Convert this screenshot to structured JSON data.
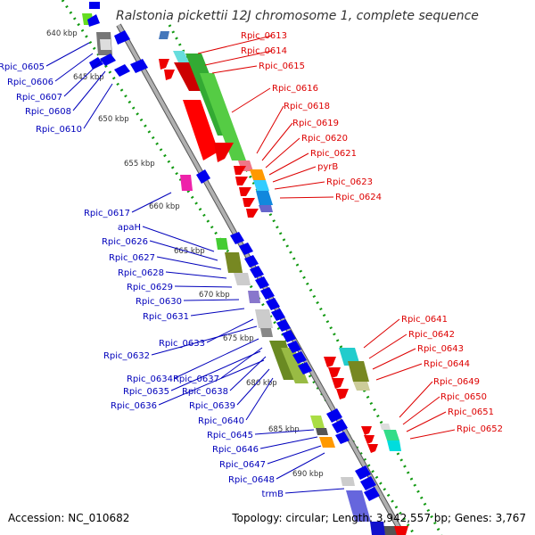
{
  "title": "Ralstonia pickettii 12J chromosome 1, complete sequence",
  "footer": {
    "accession": "Accession: NC_010682",
    "summary": "Topology: circular; Length: 3,942,557 bp; Genes: 3,767"
  },
  "colors": {
    "forward_label": "#dd0000",
    "reverse_label": "#0000bb",
    "backbone": "#999999",
    "tick": "#119911"
  },
  "kbp_marks": [
    "640 kbp",
    "645 kbp",
    "650 kbp",
    "655 kbp",
    "660 kbp",
    "665 kbp",
    "670 kbp",
    "675 kbp",
    "680 kbp",
    "685 kbp",
    "690 kbp"
  ],
  "forward_genes": [
    "Rpic_0613",
    "Rpic_0614",
    "Rpic_0615",
    "Rpic_0616",
    "Rpic_0618",
    "Rpic_0619",
    "Rpic_0620",
    "Rpic_0621",
    "pyrB",
    "Rpic_0623",
    "Rpic_0624",
    "Rpic_0641",
    "Rpic_0642",
    "Rpic_0643",
    "Rpic_0644",
    "Rpic_0649",
    "Rpic_0650",
    "Rpic_0651",
    "Rpic_0652"
  ],
  "reverse_genes": [
    "Rpic_0605",
    "Rpic_0606",
    "Rpic_0607",
    "Rpic_0608",
    "Rpic_0610",
    "Rpic_0617",
    "apaH",
    "Rpic_0626",
    "Rpic_0627",
    "Rpic_0628",
    "Rpic_0629",
    "Rpic_0630",
    "Rpic_0631",
    "Rpic_0633",
    "Rpic_0632",
    "Rpic_0634",
    "Rpic_0637",
    "Rpic_0635",
    "Rpic_0638",
    "Rpic_0636",
    "Rpic_0639",
    "Rpic_0640",
    "Rpic_0645",
    "Rpic_0646",
    "Rpic_0647",
    "Rpic_0648",
    "trmB"
  ]
}
